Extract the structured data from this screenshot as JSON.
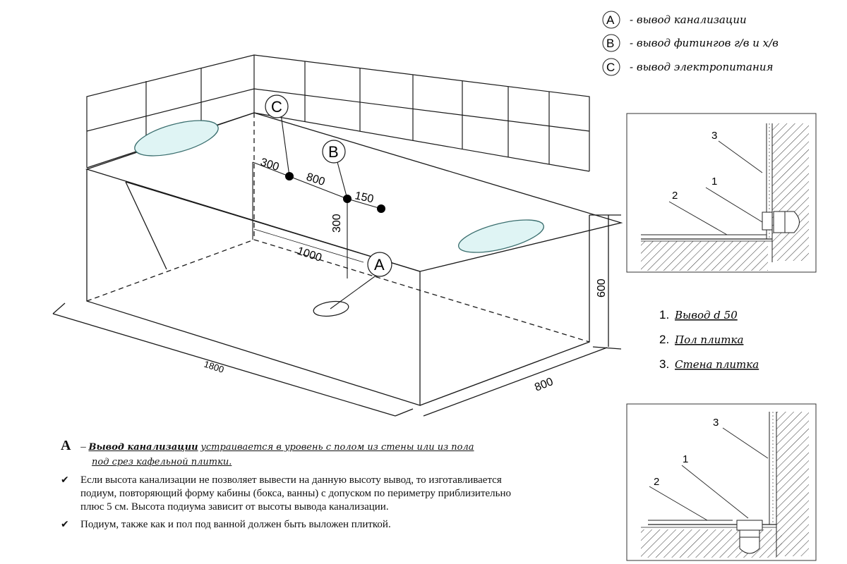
{
  "legend": [
    {
      "letter": "A",
      "text": "- вывод канализации"
    },
    {
      "letter": "B",
      "text": "- вывод фитингов г/в и х/в"
    },
    {
      "letter": "C",
      "text": "- вывод электропитания"
    }
  ],
  "diagram": {
    "markers": {
      "a": "A",
      "b": "B",
      "c": "C"
    },
    "dimensions": {
      "d300_top": "300",
      "d800": "800",
      "d150": "150",
      "d300_vert": "300",
      "d1000": "1000",
      "d600": "600",
      "d1800": "1800",
      "d800_depth": "800"
    }
  },
  "detail_top": {
    "label1": "1",
    "label2": "2",
    "label3": "3"
  },
  "detail_bottom": {
    "label1": "1",
    "label2": "2",
    "label3": "3"
  },
  "numbered_list": [
    {
      "num": "1.",
      "text": "Вывод d 50"
    },
    {
      "num": "2.",
      "text": "Пол плитка"
    },
    {
      "num": "3.",
      "text": "Стена плитка"
    }
  ],
  "notes": {
    "a_letter": "A",
    "a_dash": "–",
    "a_title": "Вывод канализации",
    "a_rest": "устраивается в уровень с полом из стены или из пола",
    "a_line2": "под срез кафельной плитки.",
    "check_icon": "check-icon",
    "bullets": [
      "Если высота канализации не позволяет вывести на данную высоту вывод, то изготавливается подиум, повторяющий форму кабины (бокса, ванны) с допуском по периметру приблизительно плюс 5 см. Высота подиума зависит от высоты вывода канализации.",
      "Подиум, также как и пол под ванной должен быть выложен плиткой."
    ]
  },
  "colors": {
    "line": "#1a1a1a",
    "ellipse_fill": "#dff4f4",
    "ellipse_stroke": "#3a6e6e"
  }
}
